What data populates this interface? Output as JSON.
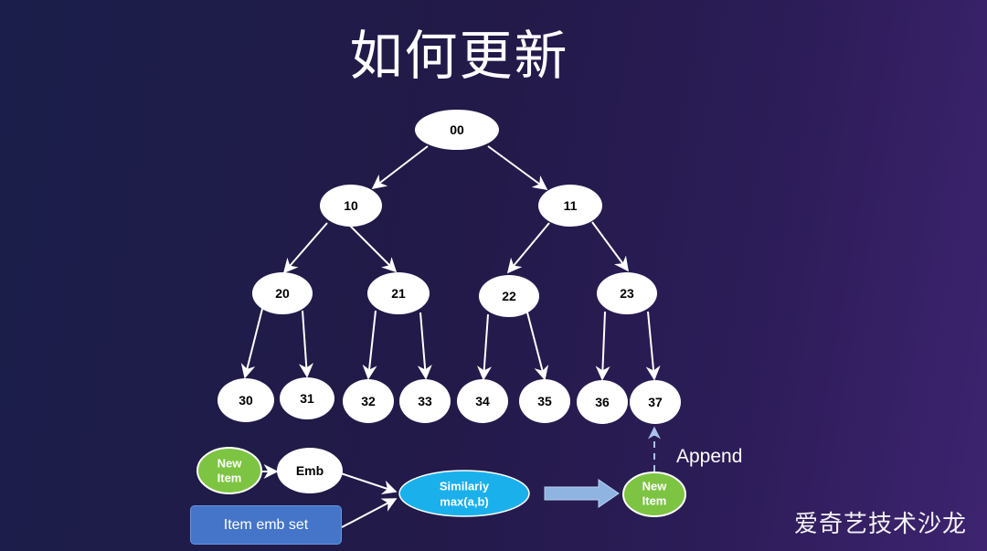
{
  "title": "如何更新",
  "tree": {
    "nodes": [
      "00",
      "10",
      "11",
      "20",
      "21",
      "22",
      "23",
      "30",
      "31",
      "32",
      "33",
      "34",
      "35",
      "36",
      "37"
    ]
  },
  "flow": {
    "new_item_line1": "New",
    "new_item_line2": "Item",
    "emb": "Emb",
    "similarity_line1": "Similariy",
    "similarity_line2": "max(a,b)",
    "result_line1": "New",
    "result_line2": "Item",
    "append": "Append",
    "item_emb_set": "Item emb set"
  },
  "watermark": "爱奇艺技术沙龙",
  "colors": {
    "node_fill": "#ffffff",
    "green": "#7dc442",
    "blue_ellipse": "#1ab0ec",
    "button": "#4475c8",
    "arrow_block": "#8fb4e2"
  }
}
